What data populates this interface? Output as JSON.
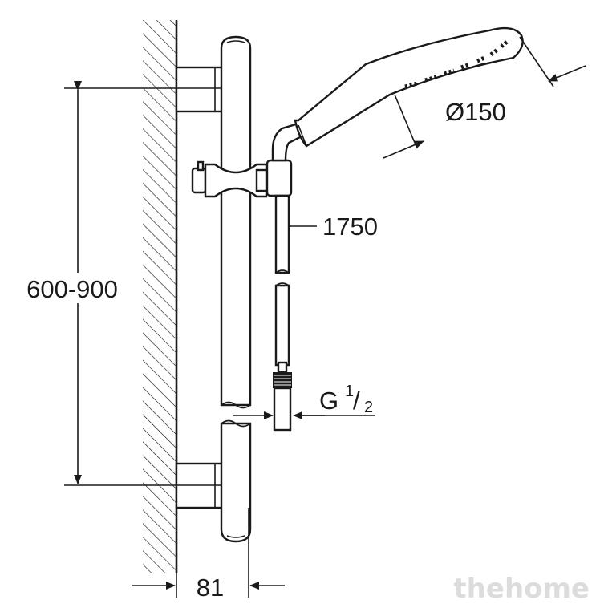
{
  "dimensions": {
    "rail_length": "600-900",
    "hose_length": "1750",
    "head_diameter": "Ø150",
    "thread_letter": "G",
    "thread_num": "1",
    "thread_den": "2",
    "wall_offset": "81"
  },
  "watermark": "thehome"
}
